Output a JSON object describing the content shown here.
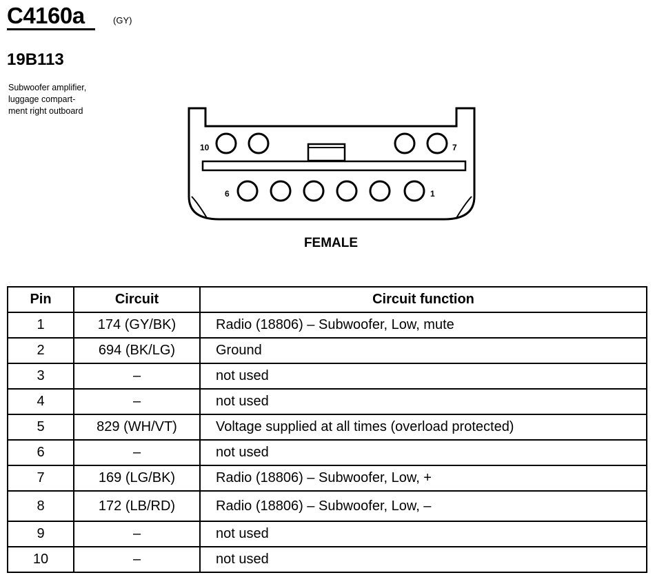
{
  "header": {
    "connector_id": "C4160a",
    "color_code": "(GY)",
    "part_number": "19B113",
    "description_lines": [
      "Subwoofer amplifier,",
      "luggage compart-",
      "ment right outboard"
    ]
  },
  "diagram": {
    "pin_labels": {
      "pin10": "10",
      "pin7": "7",
      "pin6": "6",
      "pin1": "1"
    },
    "caption": "FEMALE"
  },
  "table": {
    "headers": {
      "pin": "Pin",
      "circuit": "Circuit",
      "function": "Circuit function"
    },
    "rows": [
      {
        "pin": "1",
        "circuit": "174 (GY/BK)",
        "function": "Radio (18806) – Subwoofer, Low, mute"
      },
      {
        "pin": "2",
        "circuit": "694 (BK/LG)",
        "function": "Ground"
      },
      {
        "pin": "3",
        "circuit": "–",
        "function": "not used"
      },
      {
        "pin": "4",
        "circuit": "–",
        "function": "not used"
      },
      {
        "pin": "5",
        "circuit": "829 (WH/VT)",
        "function": "Voltage supplied at all times (overload protected)"
      },
      {
        "pin": "6",
        "circuit": "–",
        "function": "not used"
      },
      {
        "pin": "7",
        "circuit": "169 (LG/BK)",
        "function": "Radio (18806) – Subwoofer, Low, +"
      },
      {
        "pin": "8",
        "circuit": "172 (LB/RD)",
        "function": "Radio (18806) – Subwoofer, Low, –"
      },
      {
        "pin": "9",
        "circuit": "–",
        "function": "not used"
      },
      {
        "pin": "10",
        "circuit": "–",
        "function": "not used"
      }
    ]
  }
}
